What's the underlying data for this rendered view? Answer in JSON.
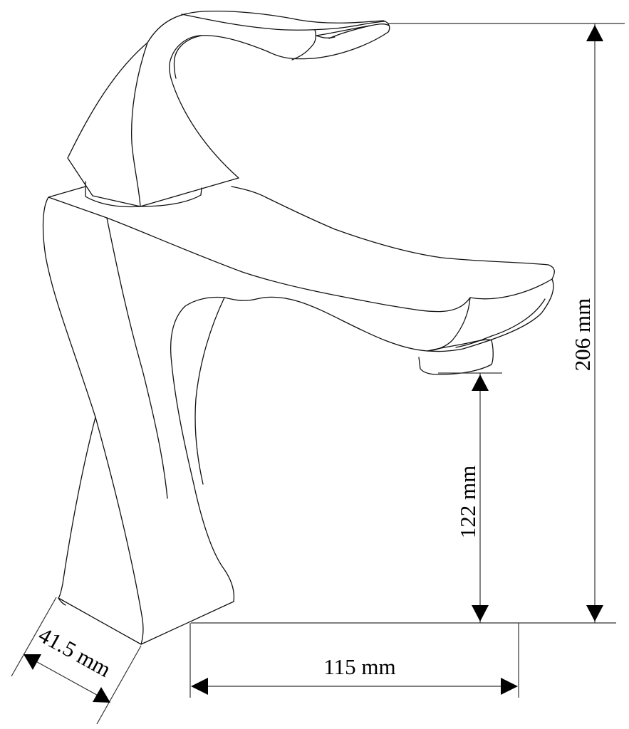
{
  "drawing": {
    "subject": "Single-lever basin faucet technical dimension drawing",
    "line_color": "#111111",
    "background": "#ffffff"
  },
  "dimensions": {
    "total_height": {
      "label": "206 mm",
      "value": 206,
      "unit": "mm",
      "orientation": "vertical"
    },
    "spout_height": {
      "label": "122 mm",
      "value": 122,
      "unit": "mm",
      "orientation": "vertical"
    },
    "spout_reach": {
      "label": "115 mm",
      "value": 115,
      "unit": "mm",
      "orientation": "horizontal"
    },
    "base_width": {
      "label": "41.5 mm",
      "value": 41.5,
      "unit": "mm",
      "orientation": "diagonal"
    }
  }
}
